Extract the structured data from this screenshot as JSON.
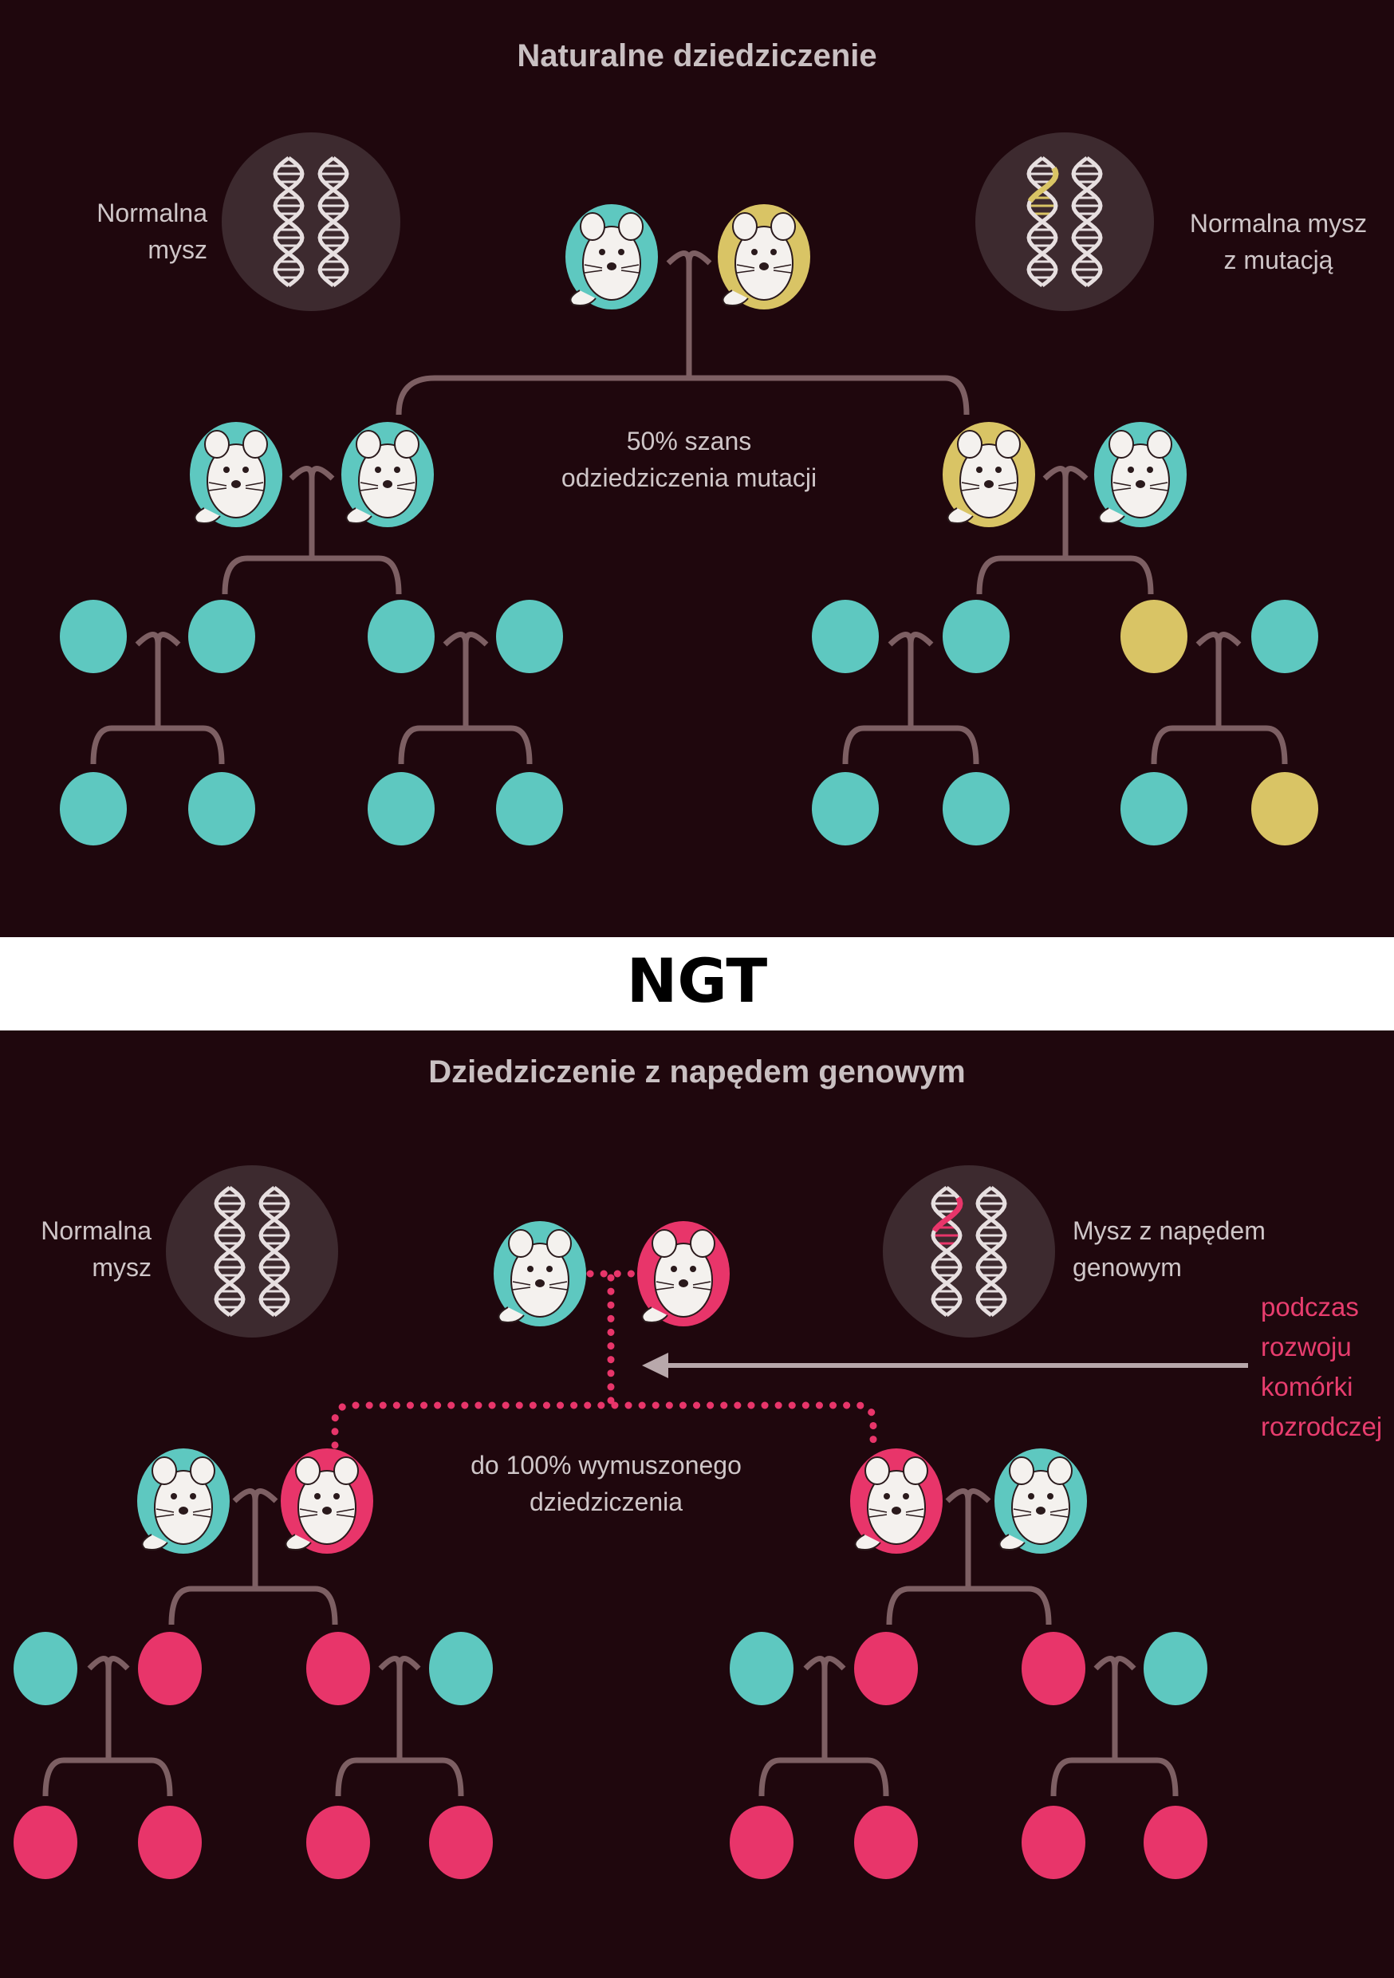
{
  "top": {
    "title": "Naturalne dziedziczenie",
    "normal_mouse_label": "Normalna\nmysz",
    "mutated_mouse_label": "Normalna mysz\nz mutacją",
    "center_label": "50% szans\nodziedziczenia mutacji"
  },
  "separator": {
    "title": "NGT"
  },
  "bottom": {
    "title": "Dziedziczenie z napędem genowym",
    "normal_mouse_label": "Normalna\nmysz",
    "drive_mouse_label": "Mysz z napędem\ngenowym",
    "center_label": "do 100% wymuszonego\ndziedziczenia",
    "arrow_label": "podczas\nrozwoju\nkomórki\nrozrodczej"
  },
  "colors": {
    "background": "#1f070d",
    "normal": "#5ec8c0",
    "mutation": "#d9c465",
    "gene_drive": "#e8356a",
    "line": "#7d5f63"
  }
}
